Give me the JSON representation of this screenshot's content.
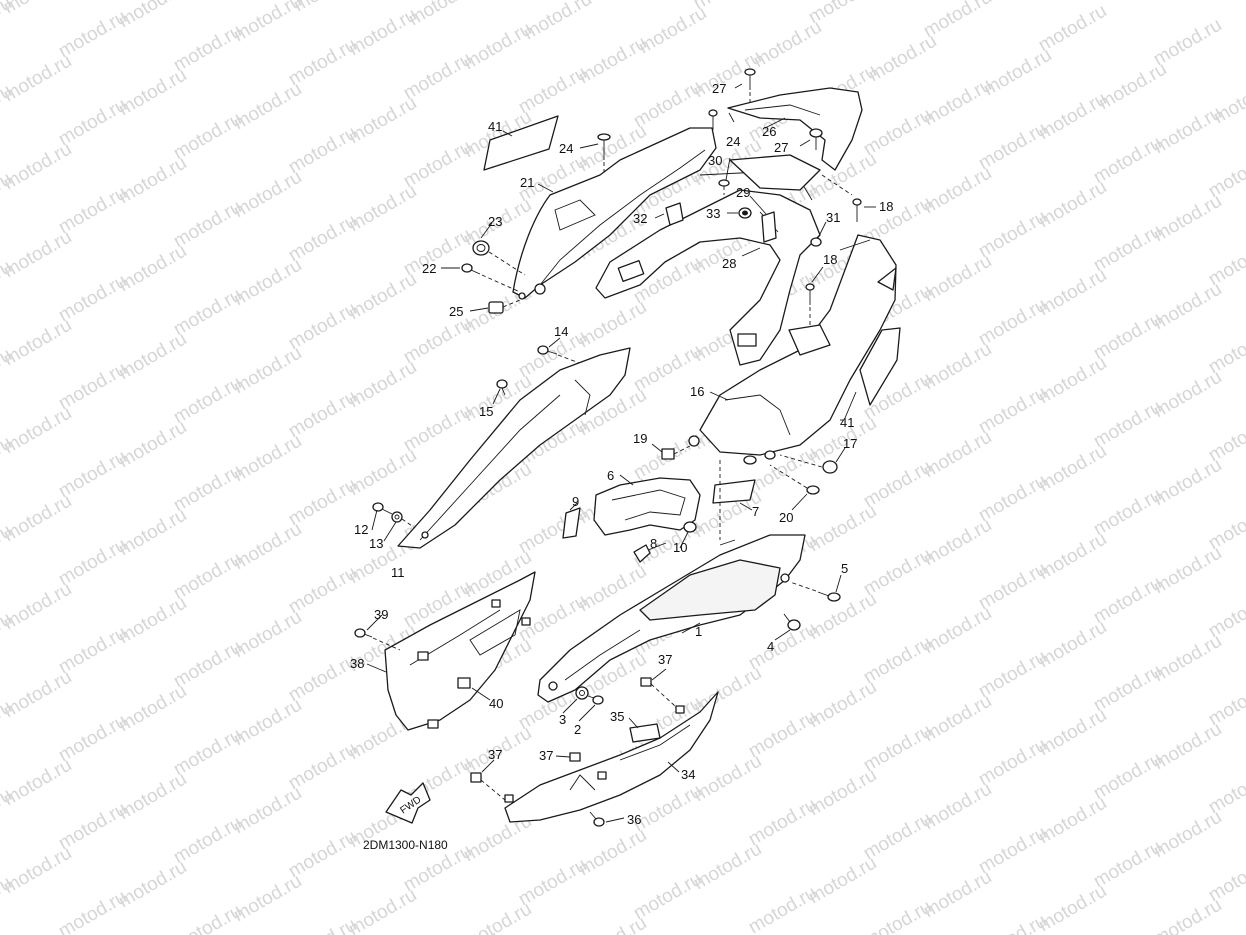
{
  "watermark": {
    "text": "motod.ru"
  },
  "diagram": {
    "code": "2DM1300-N180",
    "fwd_label": "FWD",
    "callouts": {
      "c1": "1",
      "c2": "2",
      "c3": "3",
      "c4": "4",
      "c5": "5",
      "c6": "6",
      "c7": "7",
      "c8": "8",
      "c9": "9",
      "c10": "10",
      "c11": "11",
      "c12": "12",
      "c13": "13",
      "c14": "14",
      "c15": "15",
      "c16": "16",
      "c17": "17",
      "c18a": "18",
      "c18b": "18",
      "c19": "19",
      "c20": "20",
      "c21": "21",
      "c22": "22",
      "c23": "23",
      "c24a": "24",
      "c24b": "24",
      "c25": "25",
      "c26": "26",
      "c27a": "27",
      "c27b": "27",
      "c28": "28",
      "c29": "29",
      "c30": "30",
      "c31": "31",
      "c32": "32",
      "c33": "33",
      "c34": "34",
      "c35": "35",
      "c36": "36",
      "c37a": "37",
      "c37b": "37",
      "c37c": "37",
      "c38": "38",
      "c39": "39",
      "c40": "40",
      "c41a": "41",
      "c41b": "41"
    }
  }
}
